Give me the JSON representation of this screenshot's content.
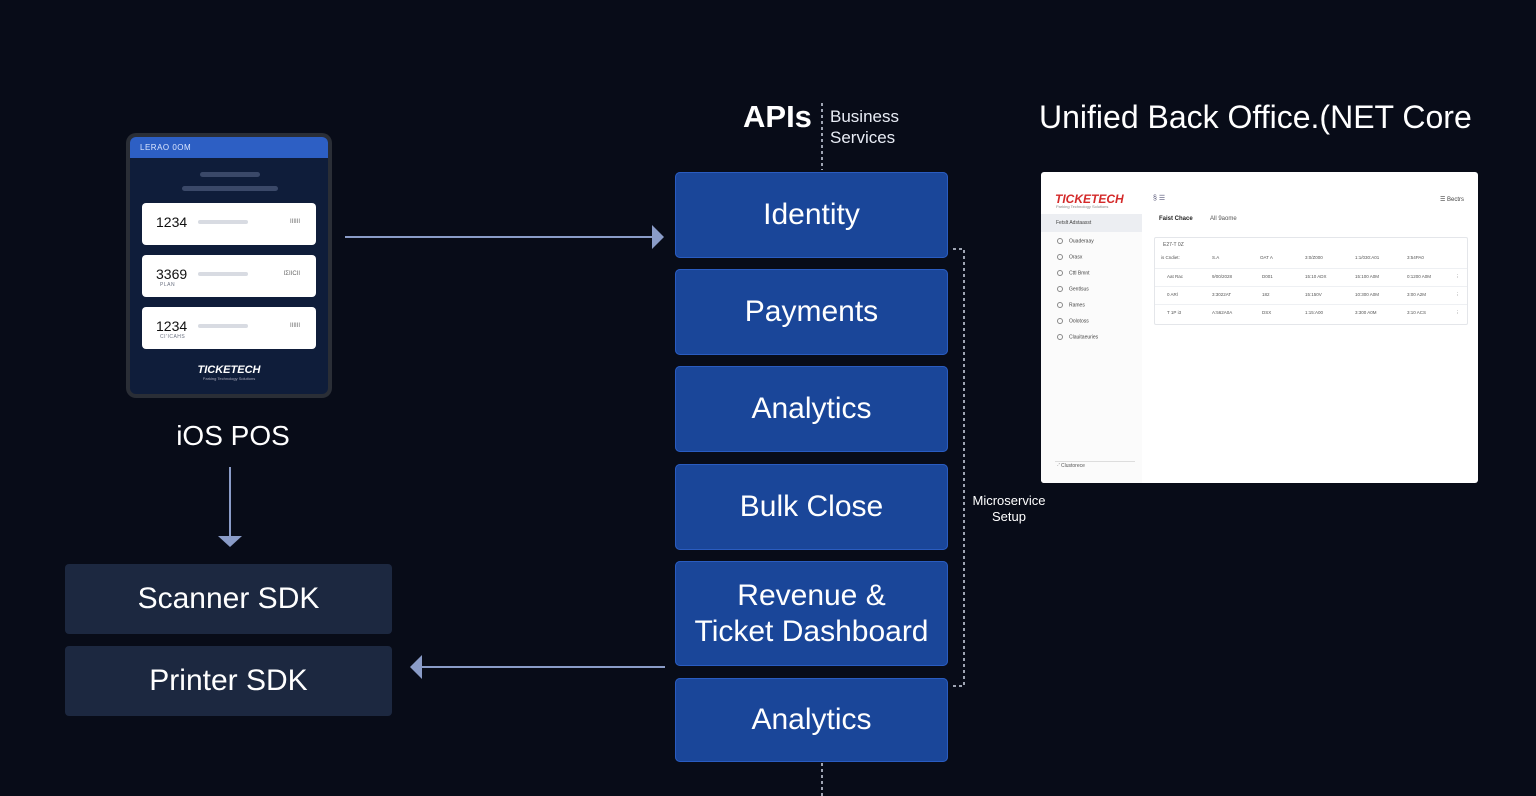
{
  "pos": {
    "header": "LERAO 0OM",
    "cards": [
      {
        "number": "1234",
        "sub": "",
        "code": "ΙΙΙΙΙΙ"
      },
      {
        "number": "3369",
        "sub": "PLAN",
        "code": "ΙΣΙΙCΙΙ"
      },
      {
        "number": "1234",
        "sub": "CI'ICAHS",
        "code": "ΙΙΙΙΙΙ"
      }
    ],
    "logo": "TICKETECH",
    "tagline": "Parking Technology Solutions",
    "label": "iOS POS"
  },
  "sdks": [
    "Scanner SDK",
    "Printer SDK"
  ],
  "apis": {
    "title": "APIs",
    "subtitle_line1": "Business",
    "subtitle_line2": "Services"
  },
  "services": [
    {
      "line1": "Identity",
      "line2": ""
    },
    {
      "line1": "Payments",
      "line2": ""
    },
    {
      "line1": "Analytics",
      "line2": ""
    },
    {
      "line1": "Bulk Close",
      "line2": ""
    },
    {
      "line1": "Revenue &",
      "line2": "Ticket Dashboard"
    },
    {
      "line1": "Analytics",
      "line2": ""
    }
  ],
  "microservice": {
    "line1": "Microservice",
    "line2": "Setup"
  },
  "back_office": {
    "title": "Unified Back Office.(NET Core",
    "logo": "TICKETECH",
    "tagline": "Parking Technology Solutions",
    "top_right": "☰ Bectrs",
    "sidebar_active": "Fetslt Adstaasst",
    "sidebar_items": [
      "Ouaderaay",
      "Orasx",
      "Cttl Bmnt",
      "Gentlsus",
      "Rames",
      "Oolotoss",
      "Clauitaeuries"
    ],
    "footer": "·′ Clustorece",
    "sub_title": "Faist Chace",
    "sub_filter": "All 9aome",
    "table_caption": "E27-T 0Z",
    "table_rows": [
      [
        "is Cndiet:",
        "S.A",
        "OAT A",
        "3:0/Z000",
        "1:1/030:A01",
        "3:54PA0"
      ],
      [
        "Aat Rac",
        "9/00/2028",
        "D001",
        "15:10 ADX",
        "15:100 A0M",
        "0:1200 A0M"
      ],
      [
        "0 ARl",
        "3:3022AT",
        "182",
        "15:150V",
        "10:300 A0M",
        "3:00 A2M"
      ],
      [
        "T 1P i3",
        "A:562A0A",
        "DSX",
        "1:15:A00",
        "3:300 A0M",
        "3:10 ACS"
      ]
    ]
  }
}
